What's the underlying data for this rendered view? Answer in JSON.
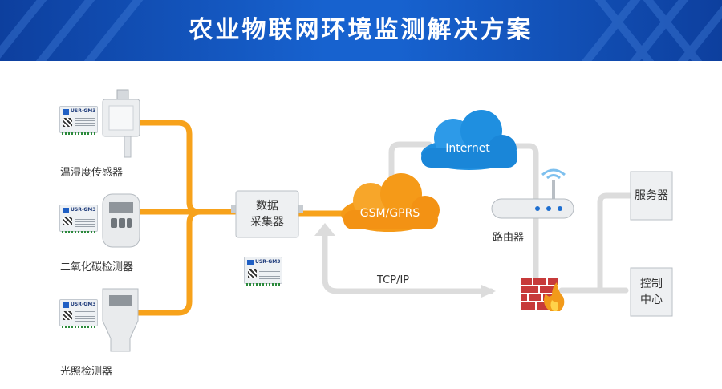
{
  "header": {
    "title": "农业物联网环境监测解决方案"
  },
  "sensors": [
    {
      "label": "温湿度传感器",
      "module_text": "USR-GM3"
    },
    {
      "label": "二氧化碳检测器",
      "module_text": "USR-GM3"
    },
    {
      "label": "光照检测器",
      "module_text": "USR-GM3"
    }
  ],
  "collector": {
    "line1": "数据",
    "line2": "采集器",
    "module_text": "USR-GM3"
  },
  "gsm": {
    "label": "GSM/GPRS"
  },
  "internet": {
    "label": "Internet"
  },
  "router": {
    "label": "路由器"
  },
  "protocol": {
    "label": "TCP/IP"
  },
  "server": {
    "label": "服务器"
  },
  "control": {
    "line1": "控制",
    "line2": "中心"
  },
  "colors": {
    "banner": "#1762cf",
    "orange_line": "#f7a21b",
    "gray_line": "#dcdcdc",
    "cloud_blue": "#1f8fe0",
    "cloud_orange": "#f59a18"
  }
}
